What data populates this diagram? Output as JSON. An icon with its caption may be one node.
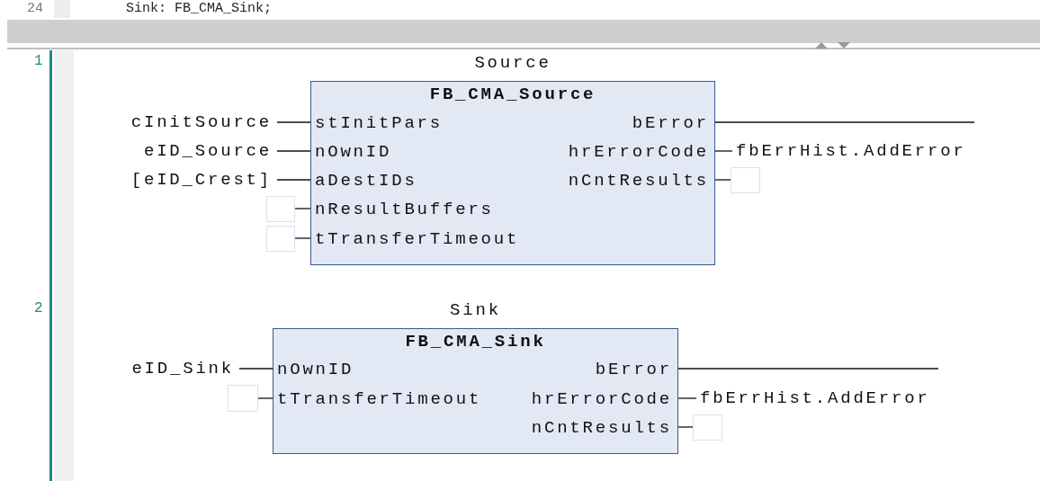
{
  "diagram": {
    "nodes": [
      {
        "text": [
          "Source",
          "FB_CMA_Source",
          "stInitPars",
          "nOwnID",
          "aDestIDs",
          "nResultBuffers",
          "tTransferTimeout",
          "bError",
          "hrErrorCode",
          "nCntResults"
        ]
      },
      {
        "text": [
          "cInitSource"
        ]
      },
      {
        "text": [
          "eID_Source"
        ]
      },
      {
        "text": [
          "[eID_Crest]"
        ]
      },
      {
        "text": [],
        "shape": "box"
      },
      {
        "text": [],
        "shape": "box"
      },
      {
        "text": [
          "fbErrHist.AddError"
        ]
      },
      {
        "text": [],
        "shape": "box"
      },
      {
        "text": [
          "Sink",
          "FB_CMA_Sink",
          "nOwnID",
          "tTransferTimeout",
          "bError",
          "hrErrorCode",
          "nCntResults"
        ]
      },
      {
        "text": [
          "eID_Sink"
        ]
      },
      {
        "text": [],
        "shape": "box"
      },
      {
        "text": [
          "fbErrHist.AddError"
        ]
      },
      {
        "text": [],
        "shape": "box"
      }
    ],
    "edges": [
      {
        "from": 1,
        "to": 0,
        "arrow": "none"
      },
      {
        "from": 2,
        "to": 0,
        "arrow": "none"
      },
      {
        "from": 3,
        "to": 0,
        "arrow": "none"
      },
      {
        "from": 4,
        "to": 0,
        "arrow": "none"
      },
      {
        "from": 5,
        "to": 0,
        "arrow": "none"
      },
      {
        "from": 0,
        "to": null,
        "arrow": "none"
      },
      {
        "from": 0,
        "to": 6,
        "arrow": "none"
      },
      {
        "from": 0,
        "to": 7,
        "arrow": "none"
      },
      {
        "from": 9,
        "to": 8,
        "arrow": "none"
      },
      {
        "from": 10,
        "to": 8,
        "arrow": "none"
      },
      {
        "from": 8,
        "to": null,
        "arrow": "none"
      },
      {
        "from": 8,
        "to": 11,
        "arrow": "none"
      },
      {
        "from": 8,
        "to": 12,
        "arrow": "none"
      }
    ],
    "labels": [
      "24",
      "Sink: FB_CMA_Sink;",
      "1",
      "2"
    ]
  }
}
